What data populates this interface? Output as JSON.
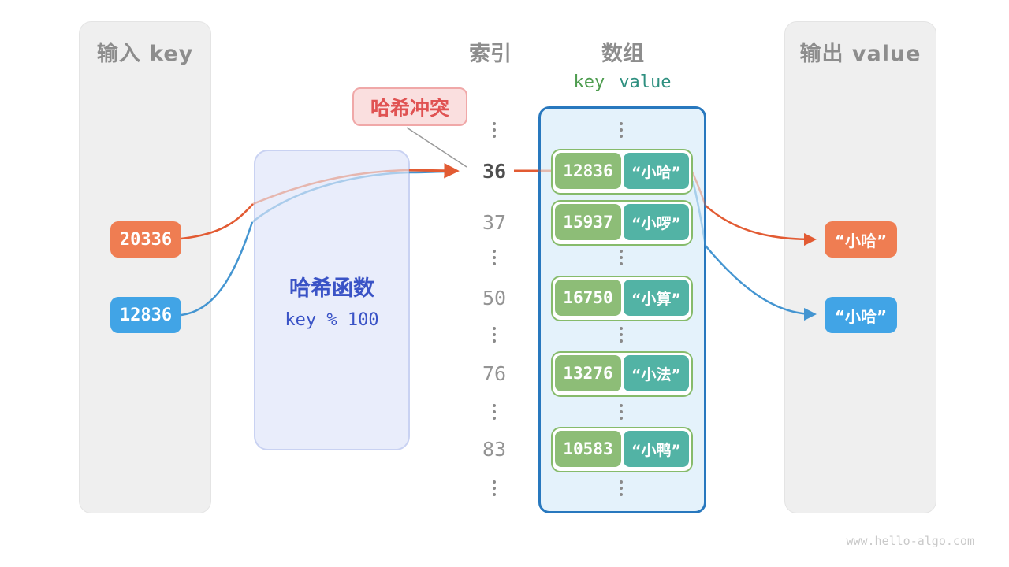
{
  "input_panel": {
    "title": "输入 key",
    "keys": [
      {
        "value": "20336",
        "color": "#ef7d52"
      },
      {
        "value": "12836",
        "color": "#41a4e6"
      }
    ]
  },
  "hash_function": {
    "title": "哈希函数",
    "formula": "key % 100"
  },
  "collision_label": {
    "text": "哈希冲突"
  },
  "index_column": {
    "header": "索引",
    "values": [
      "36",
      "37",
      "50",
      "76",
      "83"
    ],
    "highlighted_value": "36"
  },
  "array_panel": {
    "header": "数组",
    "key_header": "key",
    "value_header": "value",
    "rows": [
      {
        "key": "12836",
        "value": "“小哈”"
      },
      {
        "key": "15937",
        "value": "“小啰”"
      },
      {
        "key": "16750",
        "value": "“小算”"
      },
      {
        "key": "13276",
        "value": "“小法”"
      },
      {
        "key": "10583",
        "value": "“小鸭”"
      }
    ]
  },
  "output_panel": {
    "title": "输出 value",
    "outputs": [
      {
        "value": "“小哈”",
        "color": "#ef7d52"
      },
      {
        "value": "“小哈”",
        "color": "#41a4e6"
      }
    ]
  },
  "watermark": "www.hello-algo.com",
  "colors": {
    "panel_gray": "#efefef",
    "orange": "#ef7d52",
    "blue": "#41a4e6",
    "arrow_orange": "#e25b33",
    "arrow_blue": "#4495d1",
    "key_green": "#8dbd77",
    "value_teal": "#52b3a5",
    "ring_green": "#86bb6b",
    "array_fill": "#e4f2fb",
    "array_border": "#2878be",
    "hash_fill": "#e9edfb",
    "hash_text": "#3a53c6",
    "collision_fill": "#fadfdf",
    "collision_text": "#e05252"
  }
}
